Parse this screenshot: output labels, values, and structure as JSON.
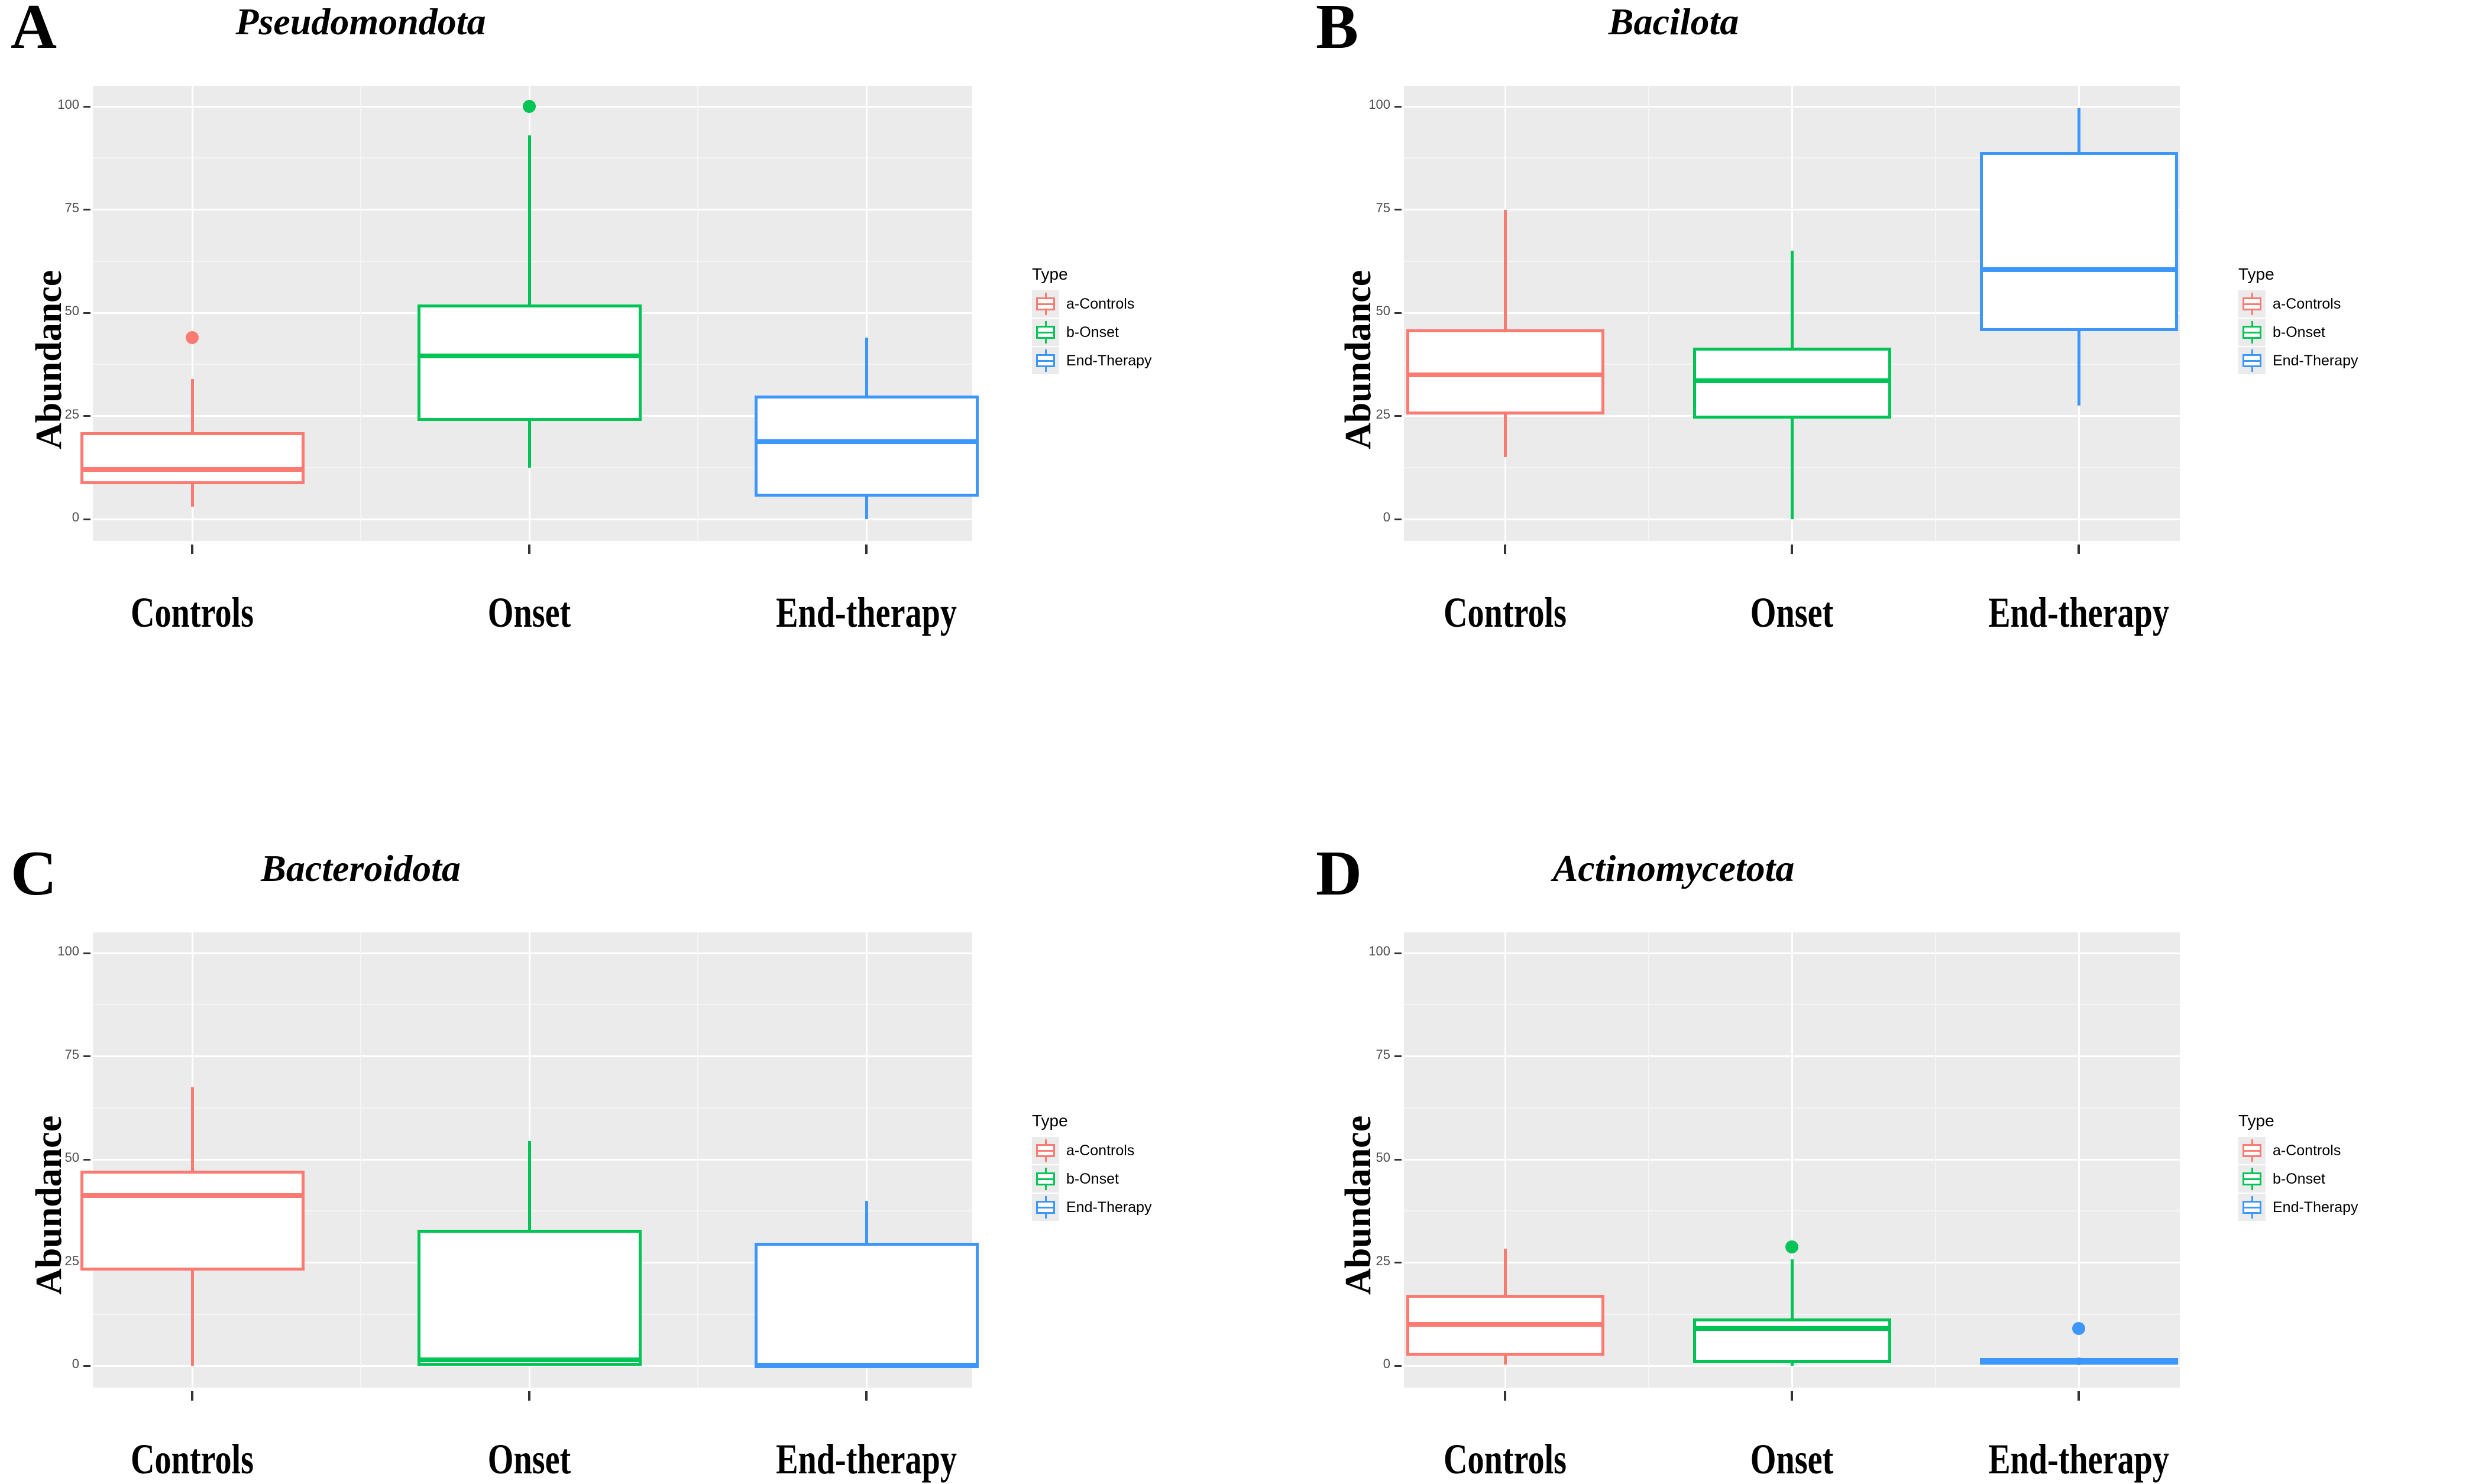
{
  "figure": {
    "ylabel": "Abundance",
    "legend_title": "Type",
    "colors": {
      "controls": "#FB7B72",
      "onset": "#00C455",
      "end_therapy": "#3D97FB",
      "panel_bg": "#EBEBEB",
      "grid_major": "#FFFFFF",
      "grid_minor": "#F5F5F5",
      "tick_text": "#4D4D4D"
    },
    "legend_items": [
      {
        "label": "a-Controls",
        "color": "#FB7B72"
      },
      {
        "label": "b-Onset",
        "color": "#00C455"
      },
      {
        "label": "End-Therapy",
        "color": "#3D97FB"
      }
    ],
    "ytick_labels": [
      "100",
      "75",
      "50",
      "25",
      "0"
    ],
    "xtick_labels": [
      "Controls",
      "Onset",
      "End-therapy"
    ]
  },
  "panels": [
    {
      "letter": "A",
      "title": "Pseudomondota",
      "ylabel": "Abundance"
    },
    {
      "letter": "B",
      "title": "Bacilota",
      "ylabel": "Abundance"
    },
    {
      "letter": "C",
      "title": "Bacteroidota",
      "ylabel": "Abundance"
    },
    {
      "letter": "D",
      "title": "Actinomycetota",
      "ylabel": "Abundance"
    }
  ],
  "chart_data": [
    {
      "type": "box",
      "panel": "A",
      "title": "Pseudomondota",
      "xlabel": "",
      "ylabel": "Abundance",
      "ylim": [
        -6,
        106
      ],
      "yticks": [
        0,
        25,
        50,
        75,
        100
      ],
      "grid": true,
      "legend_position": "right",
      "categories": [
        "Controls",
        "Onset",
        "End-therapy"
      ],
      "series": [
        {
          "name": "a-Controls",
          "color": "#FB7B72",
          "q1": 8.5,
          "median": 12.0,
          "q3": 21.0,
          "whisker_low": 3.0,
          "whisker_high": 34.0,
          "outliers": [
            44.0
          ]
        },
        {
          "name": "b-Onset",
          "color": "#00C455",
          "q1": 23.8,
          "median": 39.5,
          "q3": 52.0,
          "whisker_low": 12.5,
          "whisker_high": 93.0,
          "outliers": [
            100.0
          ]
        },
        {
          "name": "End-Therapy",
          "color": "#3D97FB",
          "q1": 5.5,
          "median": 18.8,
          "q3": 30.0,
          "whisker_low": 0.0,
          "whisker_high": 44.0,
          "outliers": []
        }
      ]
    },
    {
      "type": "box",
      "panel": "B",
      "title": "Bacilota",
      "xlabel": "",
      "ylabel": "Abundance",
      "ylim": [
        -6,
        106
      ],
      "yticks": [
        0,
        25,
        50,
        75,
        100
      ],
      "grid": true,
      "legend_position": "right",
      "categories": [
        "Controls",
        "Onset",
        "End-therapy"
      ],
      "series": [
        {
          "name": "a-Controls",
          "color": "#FB7B72",
          "q1": 25.3,
          "median": 35.0,
          "q3": 46.0,
          "whisker_low": 15.0,
          "whisker_high": 75.0,
          "outliers": []
        },
        {
          "name": "b-Onset",
          "color": "#00C455",
          "q1": 24.3,
          "median": 33.5,
          "q3": 41.5,
          "whisker_low": 0.0,
          "whisker_high": 65.0,
          "outliers": []
        },
        {
          "name": "End-Therapy",
          "color": "#3D97FB",
          "q1": 45.5,
          "median": 60.5,
          "q3": 89.0,
          "whisker_low": 27.5,
          "whisker_high": 99.5,
          "outliers": []
        }
      ]
    },
    {
      "type": "box",
      "panel": "C",
      "title": "Bacteroidota",
      "xlabel": "",
      "ylabel": "Abundance",
      "ylim": [
        -6,
        106
      ],
      "yticks": [
        0,
        25,
        50,
        75,
        100
      ],
      "grid": true,
      "legend_position": "right",
      "categories": [
        "Controls",
        "Onset",
        "End-therapy"
      ],
      "series": [
        {
          "name": "a-Controls",
          "color": "#FB7B72",
          "q1": 23.0,
          "median": 41.3,
          "q3": 47.3,
          "whisker_low": 0.0,
          "whisker_high": 67.5,
          "outliers": []
        },
        {
          "name": "b-Onset",
          "color": "#00C455",
          "q1": 0.0,
          "median": 1.5,
          "q3": 33.0,
          "whisker_low": 0.0,
          "whisker_high": 54.5,
          "outliers": []
        },
        {
          "name": "End-Therapy",
          "color": "#3D97FB",
          "q1": 0.0,
          "median": 0.0,
          "q3": 29.8,
          "whisker_low": 0.0,
          "whisker_high": 40.0,
          "outliers": []
        }
      ]
    },
    {
      "type": "box",
      "panel": "D",
      "title": "Actinomycetota",
      "xlabel": "",
      "ylabel": "Abundance",
      "ylim": [
        -6,
        106
      ],
      "yticks": [
        0,
        25,
        50,
        75,
        100
      ],
      "grid": true,
      "legend_position": "right",
      "categories": [
        "Controls",
        "Onset",
        "End-therapy"
      ],
      "series": [
        {
          "name": "a-Controls",
          "color": "#FB7B72",
          "q1": 2.5,
          "median": 10.0,
          "q3": 17.2,
          "whisker_low": 0.3,
          "whisker_high": 28.3,
          "outliers": []
        },
        {
          "name": "b-Onset",
          "color": "#00C455",
          "q1": 0.7,
          "median": 9.0,
          "q3": 11.5,
          "whisker_low": 0.0,
          "whisker_high": 25.8,
          "outliers": [
            28.8
          ]
        },
        {
          "name": "End-Therapy",
          "color": "#3D97FB",
          "q1": 0.3,
          "median": 1.0,
          "q3": 1.8,
          "whisker_low": 0.2,
          "whisker_high": 2.0,
          "outliers": [
            9.0
          ]
        }
      ]
    }
  ]
}
